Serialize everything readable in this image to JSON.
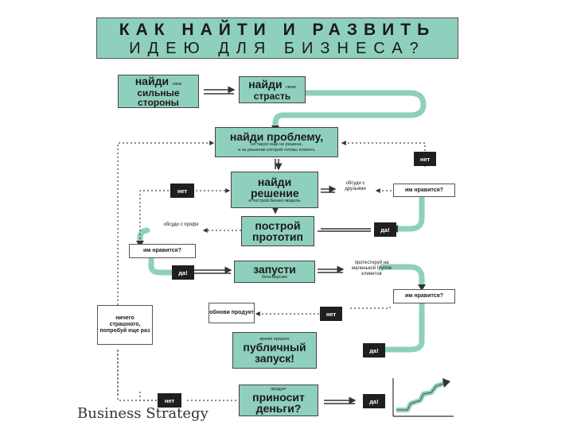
{
  "title": {
    "line1": "КАК НАЙТИ И РАЗВИТЬ",
    "line2": "ИДЕЮ ДЛЯ БИЗНЕСА?"
  },
  "nodes": {
    "strengths": {
      "big": "найди",
      "small": "свои",
      "rest": "сильные стороны"
    },
    "passion": {
      "big": "найди",
      "small": "свою",
      "rest": "страсть"
    },
    "problem": {
      "big": "найди проблему,",
      "note1": "но такую еще не решена,",
      "note2": "и за решение которой готовы платить"
    },
    "solution": {
      "big": "найди решение",
      "note": "и построй бизнес-модель"
    },
    "prototype": {
      "big": "построй прототип"
    },
    "launch": {
      "big": "запусти",
      "note": "бета-версию"
    },
    "public": {
      "note": "время пришло",
      "big": "публичный запуск!"
    },
    "money": {
      "note": "продукт",
      "big": "приносит деньги?"
    }
  },
  "labels": {
    "discuss_friends": "обсуди с друзьями",
    "discuss_pros": "обсуди с профи",
    "test_group": "протестируй на маленькой группе клиентов",
    "like1": "им нравится?",
    "like2": "им нравится?",
    "like3": "им нравится?",
    "update": "обнови продукт",
    "try_again": "ничего страшного, попробуй еще раз",
    "no1": "нет",
    "no2": "нет",
    "no3": "нет",
    "no4": "нет",
    "yes1": "да!",
    "yes2": "да!",
    "yes3": "да!",
    "yes4": "да!"
  },
  "brand": "Business Strategy",
  "colors": {
    "accent": "#8fcfbd",
    "dark": "#1f1f1f"
  }
}
